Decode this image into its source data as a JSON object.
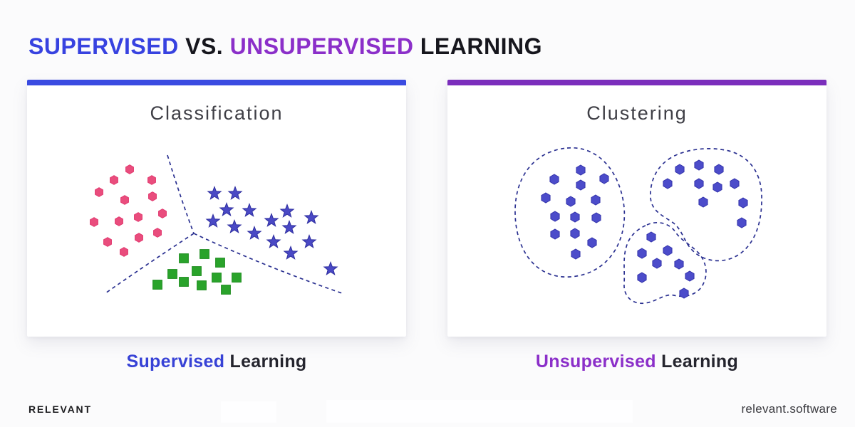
{
  "header": {
    "title_parts": [
      {
        "text": "SUPERVISED ",
        "color": "#3742e0"
      },
      {
        "text": "VS. ",
        "color": "#16161d"
      },
      {
        "text": "UNSUPERVISED ",
        "color": "#8b2fc9"
      },
      {
        "text": "LEARNING",
        "color": "#16161d"
      }
    ]
  },
  "panels": [
    {
      "name": "classification",
      "accent_color": "#3a4be1",
      "diagram_title": "Classification",
      "caption": {
        "highlight": "Supervised",
        "highlight_color": "#3742d6",
        "rest": " Learning"
      },
      "plot": {
        "outlines": [
          "M197,106 Q216,168 234,216",
          "M234,216 Q170,258 110,300",
          "M234,216 Q332,262 442,300"
        ],
        "groups": [
          {
            "shape": "hexagon",
            "label": "class-a-points",
            "color": "#e94d7d",
            "stroke": "#e23a70",
            "size": 6.3,
            "points": [
              [
                144,
                126
              ],
              [
                122,
                141
              ],
              [
                175,
                141
              ],
              [
                101,
                158
              ],
              [
                137,
                169
              ],
              [
                176,
                164
              ],
              [
                156,
                193
              ],
              [
                190,
                188
              ],
              [
                94,
                200
              ],
              [
                129,
                199
              ],
              [
                183,
                215
              ],
              [
                157,
                222
              ],
              [
                113,
                228
              ],
              [
                136,
                242
              ]
            ]
          },
          {
            "shape": "star",
            "label": "class-b-points",
            "color": "#4a49c5",
            "stroke": "#2e2ea0",
            "size": 9.6,
            "points": [
              [
                263,
                160
              ],
              [
                292,
                160
              ],
              [
                280,
                183
              ],
              [
                312,
                184
              ],
              [
                365,
                185
              ],
              [
                399,
                194
              ],
              [
                261,
                199
              ],
              [
                291,
                207
              ],
              [
                343,
                198
              ],
              [
                319,
                216
              ],
              [
                368,
                208
              ],
              [
                346,
                228
              ],
              [
                396,
                228
              ],
              [
                370,
                244
              ],
              [
                426,
                266
              ]
            ]
          },
          {
            "shape": "square",
            "label": "class-c-points",
            "color": "#2aa32b",
            "stroke": "#1d8c1e",
            "size": 6.4,
            "points": [
              [
                220,
                251
              ],
              [
                249,
                245
              ],
              [
                271,
                257
              ],
              [
                238,
                269
              ],
              [
                204,
                273
              ],
              [
                266,
                278
              ],
              [
                294,
                278
              ],
              [
                183,
                288
              ],
              [
                220,
                284
              ],
              [
                245,
                289
              ],
              [
                279,
                295
              ]
            ]
          }
        ]
      }
    },
    {
      "name": "clustering",
      "accent_color": "#7b2ebc",
      "diagram_title": "Clustering",
      "caption": {
        "highlight": "Unsupervised",
        "highlight_color": "#8b2fc9",
        "rest": " Learning"
      },
      "plot": {
        "outlines": [
          "M168,96 C212,92 243,130 248,180 C252,232 222,274 172,277 C124,280 96,240 95,188 C94,134 124,100 168,96 Z",
          "M310,112 C330,98 365,93 395,100 C425,108 440,132 441,162 C442,196 434,228 410,245 C388,260 360,256 344,240 C332,228 330,212 318,202 C305,192 286,186 285,165 C284,142 294,123 310,112 Z",
          "M280,204 C295,197 312,202 320,214 C327,225 340,231 351,242 C362,253 367,271 359,287 C352,302 334,307 318,303 C304,300 294,312 277,314 C259,316 247,304 248,287 C249,270 246,251 251,235 C255,220 266,210 280,204 Z"
        ],
        "groups": [
          {
            "shape": "hexagon",
            "label": "cluster-1-points",
            "color": "#4c4cca",
            "stroke": "#3434ab",
            "size": 7,
            "points": [
              [
                187,
                127
              ],
              [
                150,
                140
              ],
              [
                220,
                139
              ],
              [
                187,
                148
              ],
              [
                138,
                166
              ],
              [
                173,
                171
              ],
              [
                208,
                169
              ],
              [
                151,
                192
              ],
              [
                179,
                193
              ],
              [
                209,
                194
              ],
              [
                151,
                217
              ],
              [
                179,
                216
              ],
              [
                203,
                229
              ],
              [
                180,
                245
              ]
            ]
          },
          {
            "shape": "hexagon",
            "label": "cluster-2-points",
            "color": "#4c4cca",
            "stroke": "#3434ab",
            "size": 7,
            "points": [
              [
                326,
                126
              ],
              [
                353,
                120
              ],
              [
                381,
                126
              ],
              [
                309,
                146
              ],
              [
                353,
                146
              ],
              [
                379,
                151
              ],
              [
                403,
                146
              ],
              [
                359,
                172
              ],
              [
                415,
                173
              ],
              [
                413,
                201
              ]
            ]
          },
          {
            "shape": "hexagon",
            "label": "cluster-3-points",
            "color": "#4c4cca",
            "stroke": "#3434ab",
            "size": 7,
            "points": [
              [
                286,
                221
              ],
              [
                273,
                244
              ],
              [
                309,
                240
              ],
              [
                294,
                258
              ],
              [
                325,
                259
              ],
              [
                273,
                278
              ],
              [
                340,
                276
              ],
              [
                332,
                300
              ]
            ]
          }
        ]
      }
    }
  ],
  "footer": {
    "brand": "RELEVANT",
    "site": "relevant.software"
  }
}
